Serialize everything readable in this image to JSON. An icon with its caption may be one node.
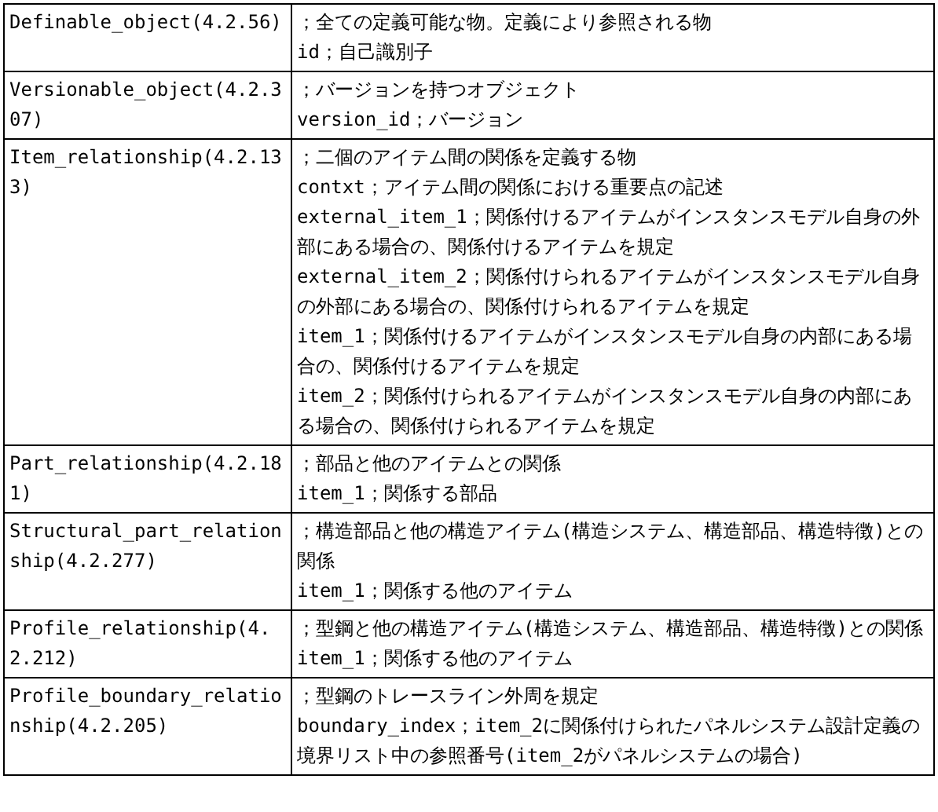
{
  "diagram": {
    "labels": [
      "Definable_object(4.2.56)",
      "；全ての定義可能な物。定義により参照される物",
      "id；自己識別子",
      "Versionable_object(4.2.307)",
      "；バージョンを持つオブジェクト",
      "version_id；バージョン",
      "Item_relationship(4.2.133)",
      "；二個のアイテム間の関係を定義する物",
      "contxt；アイテム間の関係における重要点の記述",
      "external_item_1；関係付けるアイテムがインスタンスモデル自身の外部にある場合の、関係付けるアイテムを規定",
      "external_item_2；関係付けられるアイテムがインスタンスモデル自身の外部にある場合の、関係付けられるアイテムを規定",
      "item_1；関係付けるアイテムがインスタンスモデル自身の内部にある場合の、関係付けるアイテムを規定",
      "item_2；関係付けられるアイテムがインスタンスモデル自身の内部にある場合の、関係付けられるアイテムを規定",
      "Part_relationship(4.2.181)",
      "；部品と他のアイテムとの関係",
      "item_1；関係する部品",
      "Structural_part_relationship(4.2.277)",
      "；構造部品と他の構造アイテム(構造システム、構造部品、構造特徴)との関係",
      "item_1；関係する他のアイテム",
      "Profile_relationship(4.2.212)",
      "；型鋼と他の構造アイテム(構造システム、構造部品、構造特徴)との関係",
      "item_1；関係する他のアイテム",
      "Profile_boundary_relationship(4.2.205)",
      "；型鋼のトレースライン外周を規定",
      "boundary_index；item_2に関係付けられたパネルシステム設計定義の境界リスト中の参照番号(item_2がパネルシステムの場合)"
    ]
  }
}
